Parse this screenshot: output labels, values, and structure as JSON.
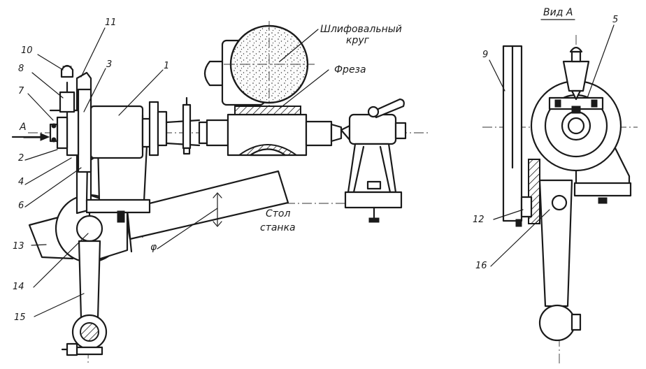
{
  "main_view": {
    "callouts": [
      "1",
      "2",
      "3",
      "4",
      "6",
      "7",
      "8",
      "10",
      "11",
      "13",
      "14",
      "15"
    ],
    "arrow_label": "A",
    "grinding_wheel_label": [
      "Шлифовальный",
      "круг"
    ],
    "cutter_label": "Фреза",
    "machine_table_label": [
      "Стол",
      "станка"
    ],
    "angle_label": "φ"
  },
  "view_a": {
    "title": "Вид А",
    "callouts": [
      "5",
      "9",
      "12",
      "16"
    ]
  }
}
